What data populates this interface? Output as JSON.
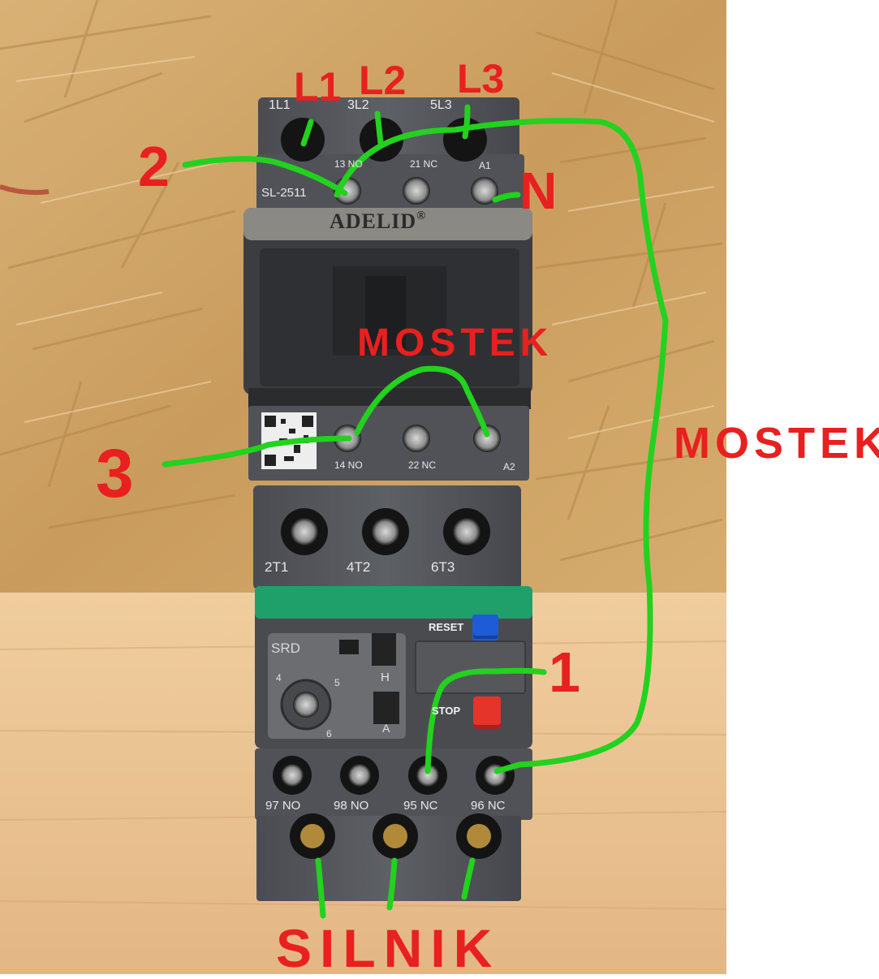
{
  "device": {
    "model": "SL-2511",
    "brand": "ADELID",
    "brand_mark": "®",
    "relay_label": "SRD",
    "reset_label": "RESET",
    "stop_label": "STOP"
  },
  "terminals": {
    "top_power": [
      "1L1",
      "3L2",
      "5L3"
    ],
    "aux_top": [
      "13 NO",
      "21 NC",
      "A1"
    ],
    "aux_bottom": [
      "14 NO",
      "22 NC",
      "A2"
    ],
    "load": [
      "2T1",
      "4T2",
      "6T3"
    ],
    "relay_contacts": [
      "97 NO",
      "98 NO",
      "95 NC",
      "96 NC"
    ],
    "dial_marks": [
      "4",
      "5",
      "6"
    ],
    "dial_mode_labels": [
      "H",
      "A"
    ]
  },
  "annotations": {
    "phase_1": "L1",
    "phase_2": "L2",
    "phase_3": "L3",
    "neutral": "N",
    "wire_1": "1",
    "wire_2": "2",
    "wire_3": "3",
    "bridge_top": "MOSTEK",
    "bridge_side": "MOSTEK",
    "motor": "SILNIK"
  },
  "colors": {
    "annotation_red": "#e8201f",
    "wire_green": "#22d21e",
    "housing_gray": "#55575c",
    "relay_teal": "#1fa06b",
    "reset_blue": "#1e5bd6",
    "stop_red": "#e5342a"
  }
}
